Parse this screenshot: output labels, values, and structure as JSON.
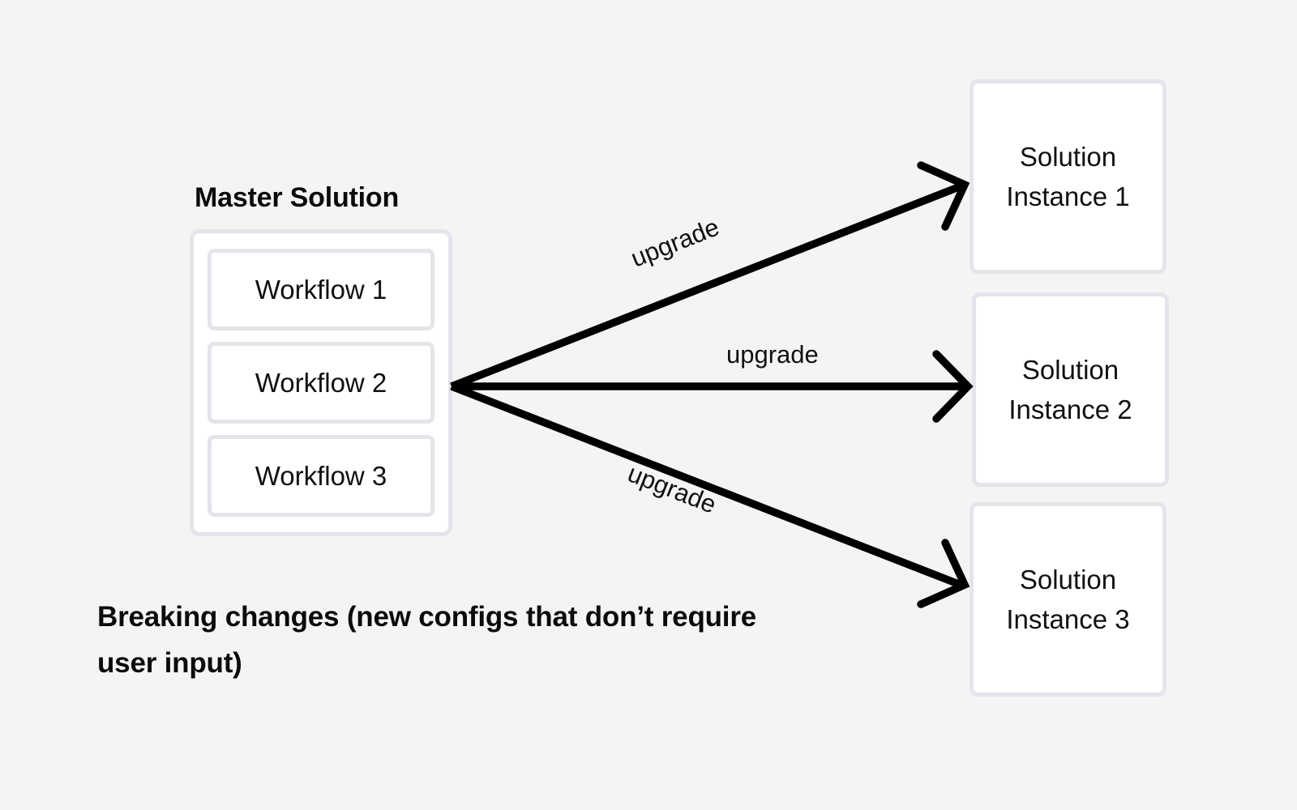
{
  "page": {
    "background_color": "#f4f4f4",
    "box_border_color": "#e5e4ea",
    "box_fill_color": "#ffffff",
    "arrow_color": "#000000",
    "text_color": "#111111"
  },
  "master": {
    "title": "Master Solution",
    "workflows": [
      {
        "label": "Workflow 1"
      },
      {
        "label": "Workflow 2"
      },
      {
        "label": "Workflow 3"
      }
    ]
  },
  "caption": {
    "text": "Breaking changes (new configs that don’t require user input)"
  },
  "instances": [
    {
      "label": "Solution\nInstance 1"
    },
    {
      "label": "Solution\nInstance 2"
    },
    {
      "label": "Solution\nInstance 3"
    }
  ],
  "edges": [
    {
      "label": "upgrade",
      "from": "Master Solution",
      "to": "Solution Instance 1"
    },
    {
      "label": "upgrade",
      "from": "Master Solution",
      "to": "Solution Instance 2"
    },
    {
      "label": "upgrade",
      "from": "Master Solution",
      "to": "Solution Instance 3"
    }
  ]
}
